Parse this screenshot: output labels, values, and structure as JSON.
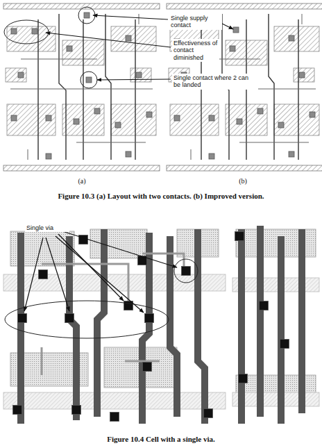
{
  "diagram": {
    "labels": [
      "Single supply contact",
      "Effectiveness of contact diminished",
      "Single contact where 2 can be landed",
      "(a)",
      "(b)",
      "Figure 10.3 (a) Layout with two contacts. (b) Improved version.",
      "Single via",
      "Figure 10.4 Cell with a single via."
    ]
  }
}
